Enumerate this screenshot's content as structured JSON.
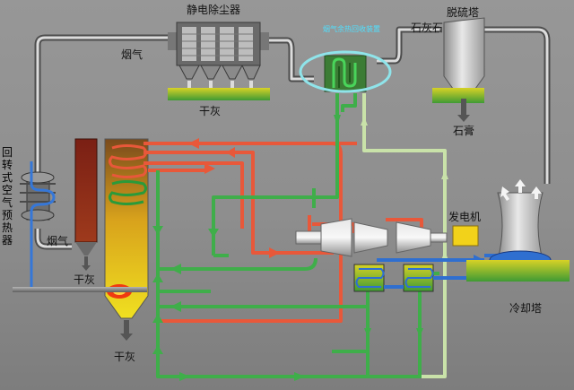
{
  "labels": {
    "esp": "静电除尘器",
    "flue_gas_top": "烟气",
    "dry_ash_esp": "干灰",
    "desulf_tower": "脱硫塔",
    "limestone": "石灰石",
    "gypsum": "石膏",
    "heat_recovery": "烟气余热回收装置",
    "air_preheater": "回转式空气预热器",
    "flue_gas_left": "烟气",
    "dry_ash_mid": "干灰",
    "dry_ash_bottom": "干灰",
    "generator": "发电机",
    "cooling_tower": "冷却塔"
  },
  "colors": {
    "steam": "#e8583a",
    "water": "#3fae4a",
    "condensate": "#c9e2a9",
    "cooling": "#2f6fd0",
    "flue": "#cfcfcf",
    "highlight": "#8fe4ea",
    "generator": "#f2d21a"
  }
}
